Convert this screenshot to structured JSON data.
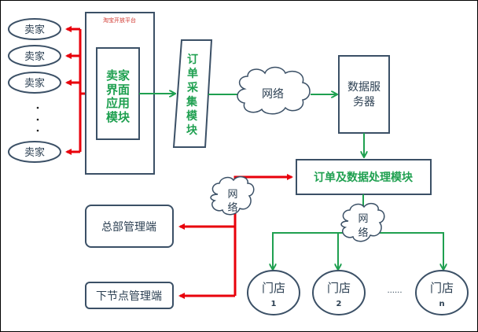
{
  "sellers": {
    "label": "卖家",
    "count_visible": 4,
    "ellipsis": "·"
  },
  "platform": {
    "title": "淘宝开放平台"
  },
  "seller_ui_module": {
    "lines": [
      "卖家",
      "界面",
      "应用",
      "模块"
    ]
  },
  "order_collect_module": {
    "lines": [
      "订",
      "单",
      "采",
      "集",
      "模",
      "块"
    ]
  },
  "network_top": {
    "label": "网络"
  },
  "data_server": {
    "lines": [
      "数据服",
      "务器"
    ]
  },
  "order_processing": {
    "label": "订单及数据处理模块"
  },
  "network_left": {
    "lines": [
      "网",
      "络"
    ]
  },
  "network_right": {
    "lines": [
      "网",
      "络"
    ]
  },
  "hq_client": {
    "label": "总部管理端"
  },
  "node_client": {
    "label": "下节点管理端"
  },
  "stores": [
    {
      "label": "门店",
      "num": "1"
    },
    {
      "label": "门店",
      "num": "2"
    },
    {
      "label": "门店",
      "num": "n"
    }
  ],
  "stores_ellipsis": "......",
  "colors": {
    "red": "#e8000b",
    "green": "#1fa050",
    "box": "#3b5066",
    "text_dark": "#2b3f52",
    "platform_title": "#d0342c"
  }
}
